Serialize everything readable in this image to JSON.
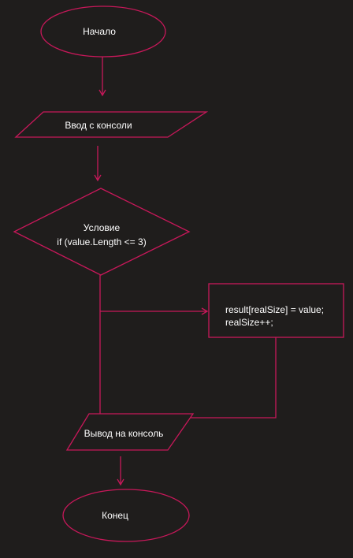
{
  "colors": {
    "background": "#1f1d1c",
    "stroke": "#c8185a",
    "text": "#ffffff"
  },
  "nodes": {
    "start": {
      "label": "Начало"
    },
    "input": {
      "label": "Ввод с консоли"
    },
    "condition": {
      "line1": "Условие",
      "line2": "if (value.Length <= 3)"
    },
    "process": {
      "line1": "result[realSize] = value;",
      "line2": "realSize++;"
    },
    "output": {
      "label": "Вывод на консоль"
    },
    "end": {
      "label": "Конец"
    }
  }
}
